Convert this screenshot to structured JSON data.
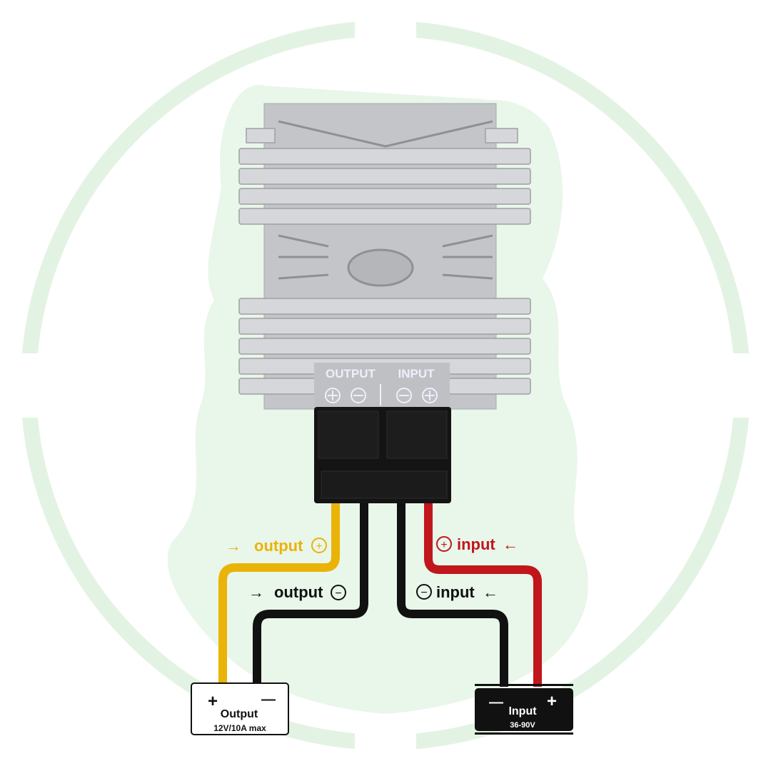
{
  "colors": {
    "background_ring": "#e3f3e3",
    "background_blob": "#e9f6ea",
    "wire_output_positive": "#eab308",
    "wire_negative": "#111111",
    "wire_input_positive": "#c0161c",
    "heatsink": "#c9cacc",
    "connector": "#141414"
  },
  "device": {
    "panel_output": "OUTPUT",
    "panel_input": "INPUT",
    "panel_terminals_icons": [
      "plus-circle-icon",
      "minus-circle-icon",
      "minus-circle-icon",
      "plus-circle-icon"
    ]
  },
  "wires": {
    "output_positive": {
      "label": "output",
      "arrow": "→",
      "sign": "+"
    },
    "output_negative": {
      "label": "output",
      "arrow": "→",
      "sign": "−"
    },
    "input_positive": {
      "label": "input",
      "arrow": "←",
      "sign": "+"
    },
    "input_negative": {
      "label": "input",
      "arrow": "←",
      "sign": "−"
    }
  },
  "output_box": {
    "plus": "+",
    "minus": "—",
    "title": "Output",
    "spec": "12V/10A max"
  },
  "input_box": {
    "plus": "+",
    "minus": "—",
    "title": "Input",
    "spec": "36-90V"
  }
}
